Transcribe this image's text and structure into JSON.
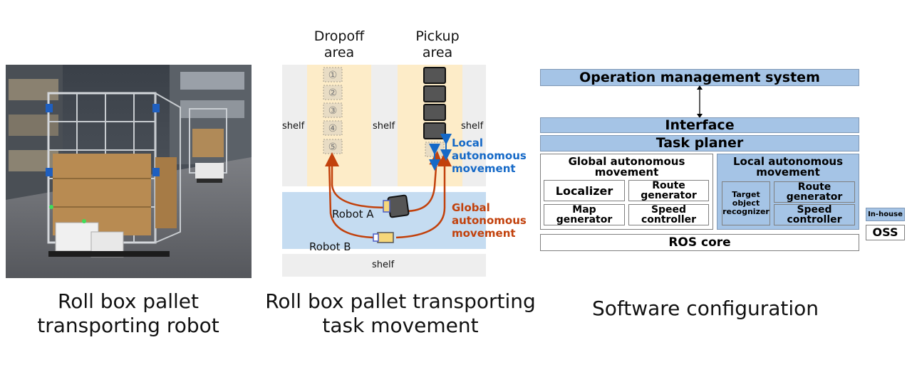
{
  "photo": {
    "caption": [
      "Roll box pallet",
      "transporting robot"
    ]
  },
  "task_diagram": {
    "caption": [
      "Roll box pallet transporting",
      "task movement"
    ],
    "dropoff_title": [
      "Dropoff",
      "area"
    ],
    "pickup_title": [
      "Pickup",
      "area"
    ],
    "shelf_labels": [
      "shelf",
      "shelf",
      "shelf",
      "shelf"
    ],
    "slot_numbers": [
      "①",
      "②",
      "③",
      "④",
      "⑤"
    ],
    "robot_a": "Robot A",
    "robot_b": "Robot B",
    "local_movement": [
      "Local",
      "autonomous",
      "movement"
    ],
    "global_movement": [
      "Global",
      "autonomous",
      "movement"
    ],
    "colors": {
      "local": "#1569c7",
      "global": "#c2410c",
      "area": "#fdecc8",
      "aisle": "#c5dcf1",
      "shelf": "#f0f0f0"
    }
  },
  "software": {
    "caption": "Software configuration",
    "operation_management": "Operation management system",
    "interface": "Interface",
    "task_planer": "Task planer",
    "global_group": [
      "Global autonomous",
      "movement"
    ],
    "local_group": [
      "Local autonomous",
      "movement"
    ],
    "localizer": "Localizer",
    "route_generator_global": [
      "Route",
      "generator"
    ],
    "map_generator": [
      "Map",
      "generator"
    ],
    "speed_controller_global": [
      "Speed",
      "controller"
    ],
    "target_recognizer": [
      "Target",
      "object",
      "recognizer"
    ],
    "route_generator_local": [
      "Route",
      "generator"
    ],
    "speed_controller_local": [
      "Speed",
      "controller"
    ],
    "ros_core": "ROS core",
    "legend_inhouse": "In-house",
    "legend_oss": "OSS",
    "colors": {
      "inhouse": "#a5c4e6",
      "oss": "#ffffff"
    }
  }
}
